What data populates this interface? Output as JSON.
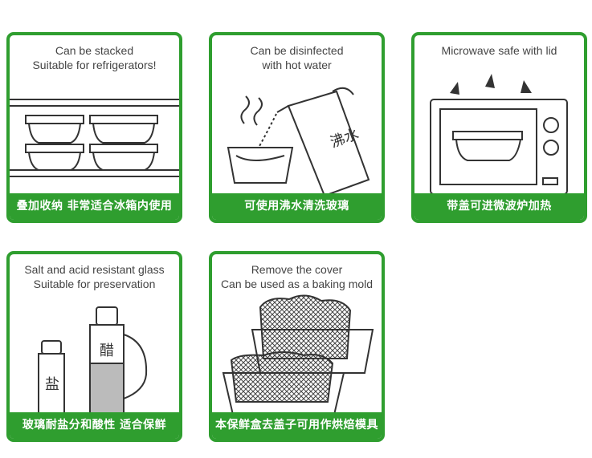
{
  "cards": [
    {
      "caption": [
        "Can be stacked",
        "Suitable for refrigerators!"
      ],
      "label": "叠加收纳 非常适合冰箱内使用",
      "icon": "stacked-containers-fridge"
    },
    {
      "caption": [
        "Can be disinfected",
        "with hot water"
      ],
      "label": "可使用沸水清洗玻璃",
      "icon": "kettle-hot-water",
      "kettle_text": "沸水"
    },
    {
      "caption": [
        "Microwave safe with lid"
      ],
      "label": "带盖可进微波炉加热",
      "icon": "microwave"
    },
    {
      "caption": [
        "Salt and acid resistant glass",
        "Suitable for preservation"
      ],
      "label": "玻璃耐盐分和酸性 适合保鲜",
      "icon": "salt-vinegar-bottles",
      "salt_text": "盐",
      "vinegar_text": "醋"
    },
    {
      "caption": [
        "Remove the cover",
        "Can be used as a baking mold"
      ],
      "label": "本保鲜盒去盖子可用作烘焙模具",
      "icon": "baking-mold"
    }
  ],
  "colors": {
    "accent": "#2f9e2f",
    "line": "#333333",
    "text": "#444444"
  }
}
